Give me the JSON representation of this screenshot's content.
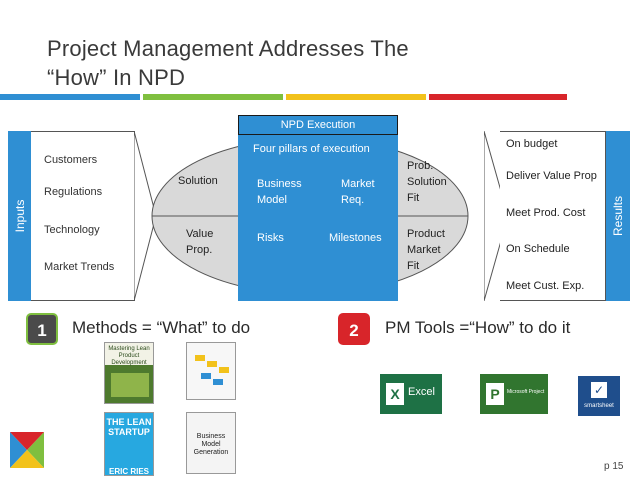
{
  "slide": {
    "title_line1": "Project Management Addresses The",
    "title_line2": "“How” In NPD",
    "page_number": "p 15"
  },
  "inputs": {
    "band_label": "Inputs",
    "items": [
      "Customers",
      "Regulations",
      "Technology",
      "Market Trends"
    ]
  },
  "execution": {
    "header": "NPD Execution",
    "subheader": "Four pillars of execution",
    "left_top": "Solution",
    "left_bottom_line1": "Value",
    "left_bottom_line2": "Prop.",
    "right_top_line1": "Prob.",
    "right_top_line2": "Solution",
    "right_top_line3": "Fit",
    "right_bottom_line1": "Product",
    "right_bottom_line2": "Market",
    "right_bottom_line3": "Fit",
    "pillar_1_line1": "Business",
    "pillar_1_line2": "Model",
    "pillar_2_line1": "Market",
    "pillar_2_line2": "Req.",
    "pillar_3": "Risks",
    "pillar_4": "Milestones"
  },
  "results": {
    "band_label": "Results",
    "items": [
      "On budget",
      "Deliver Value Prop",
      "Meet Prod. Cost",
      "On Schedule",
      "Meet Cust. Exp."
    ]
  },
  "methods": {
    "number": "1",
    "label": "Methods = “What” to do"
  },
  "tools": {
    "number": "2",
    "label": "PM Tools =“How” to do it",
    "excel_label": "Excel",
    "project_label": "Microsoft Project",
    "smartsheet_label": "smartsheet"
  },
  "books": {
    "book1_text": "Mastering Lean Product Development",
    "book3_line1": "THE LEAN",
    "book3_line2": "STARTUP",
    "book3_author": "ERIC RIES",
    "book4_text": "Business Model Generation"
  },
  "colors": {
    "accent_blue": "#2f8fd3",
    "accent_green": "#7fbf3f",
    "accent_yellow": "#f2c21b",
    "accent_red": "#d8252a"
  }
}
